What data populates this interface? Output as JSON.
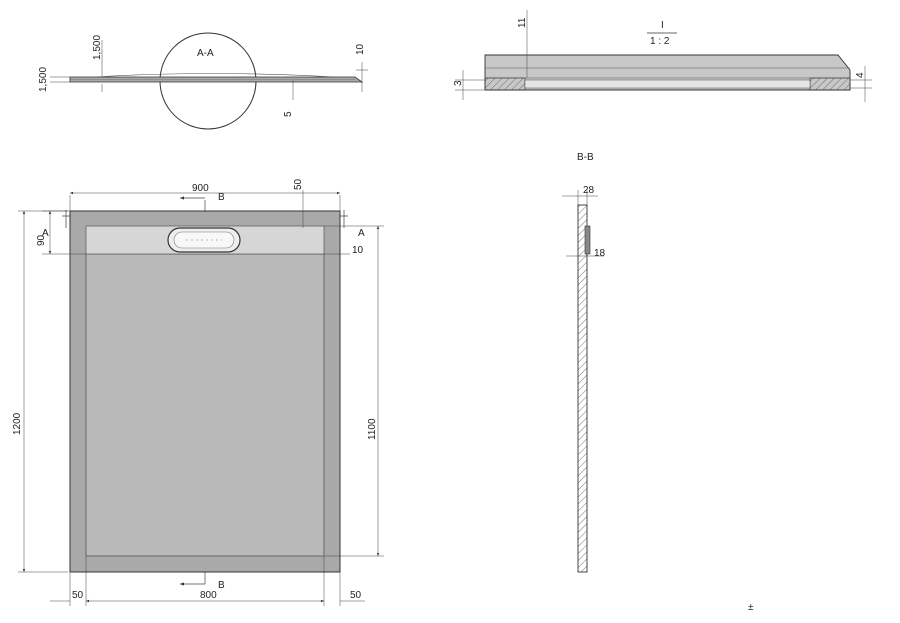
{
  "colors": {
    "background": "#ffffff",
    "line": "#333333",
    "tray_fill": "#b8b8b8",
    "tray_rim": "#a9a9a9",
    "drain_fill": "#d6d6d6",
    "hatch": "#555555"
  },
  "section_aa": {
    "title": "A-A",
    "dim_1500_top": "1,500",
    "dim_1500_left": "1,500",
    "dim_10": "10",
    "dim_5": "5"
  },
  "detail_i": {
    "label": "I",
    "scale": "1 : 2",
    "dim_11": "11",
    "dim_3": "3",
    "dim_4": "4"
  },
  "plan": {
    "dim_width": "900",
    "dim_rim_top": "50",
    "dim_90": "90",
    "dim_10": "10",
    "dim_1200": "1200",
    "dim_1100": "1100",
    "dim_50_left": "50",
    "dim_800": "800",
    "dim_50_right": "50",
    "section_a_left": "A",
    "section_a_right": "A",
    "section_b_top": "B",
    "section_b_bottom": "B"
  },
  "section_bb": {
    "title": "B-B",
    "dim_28": "28",
    "dim_18": "18"
  },
  "footer_mark": "±"
}
